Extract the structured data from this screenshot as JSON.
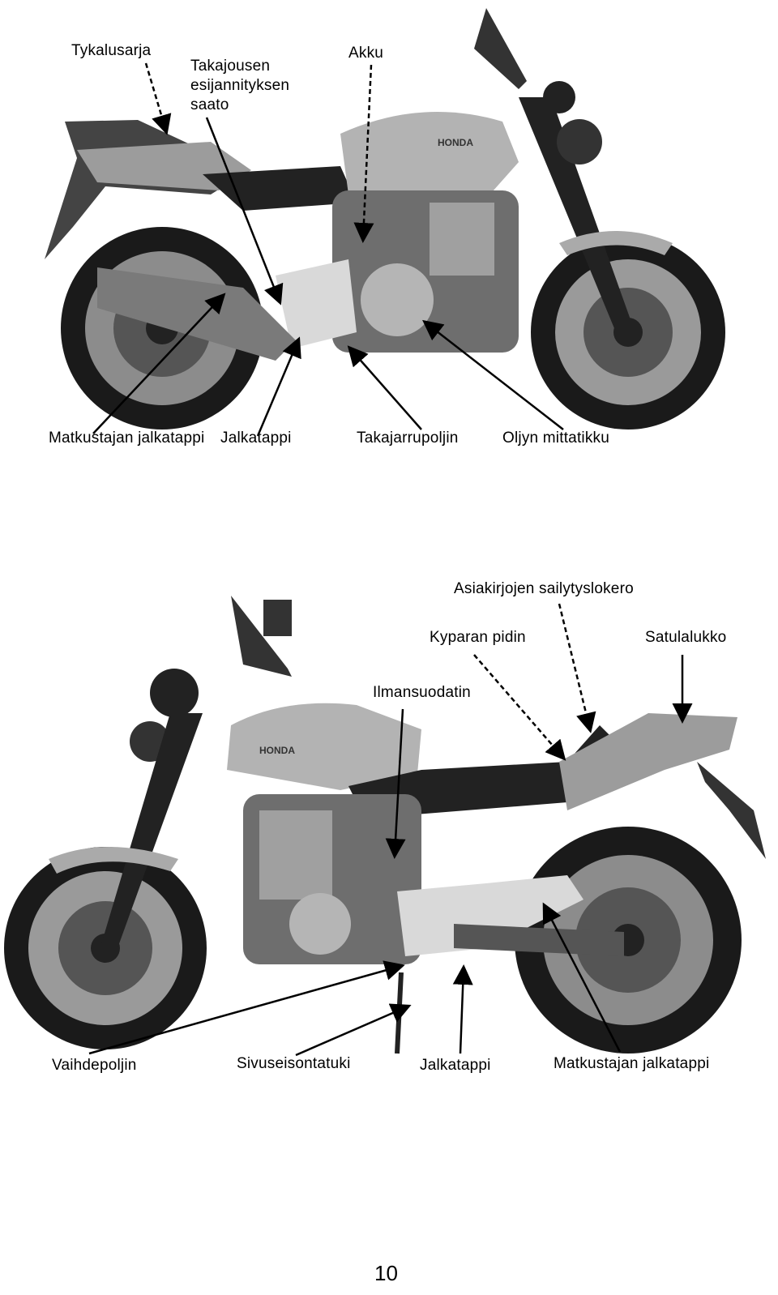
{
  "top_figure": {
    "labels": {
      "toolkit": "Tykalusarja",
      "rear_shock_preload": "Takajousen\nesijannityksen\nsaato",
      "battery": "Akku",
      "passenger_footpeg": "Matkustajan jalkatappi",
      "footpeg": "Jalkatappi",
      "rear_brake_pedal": "Takajarrupoljin",
      "oil_dipstick": "Oljyn mittatikku"
    },
    "logo_text": "HONDA"
  },
  "bottom_figure": {
    "labels": {
      "document_storage": "Asiakirjojen sailytyslokero",
      "helmet_holder": "Kyparan pidin",
      "seat_lock": "Satulalukko",
      "air_filter": "Ilmansuodatin",
      "shift_pedal": "Vaihdepoljin",
      "side_stand": "Sivuseisontatuki",
      "footpeg": "Jalkatappi",
      "passenger_footpeg": "Matkustajan jalkatappi"
    },
    "logo_text": "HONDA"
  },
  "page_number": "10"
}
